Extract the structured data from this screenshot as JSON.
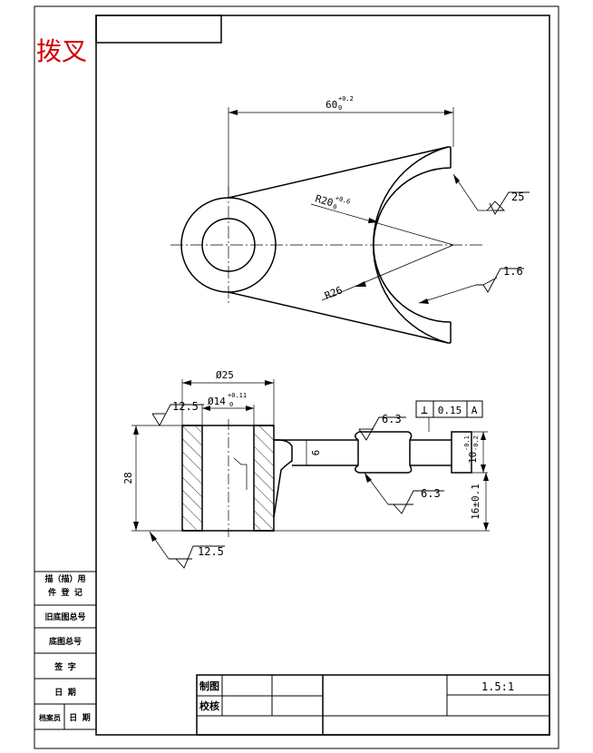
{
  "drawing": {
    "part_name": "拨叉",
    "scale": "1.5:1"
  },
  "title_block": {
    "drawn_label": "制图",
    "checked_label": "校核"
  },
  "side_table": {
    "row1_line1": "描（描）用",
    "row1_line2": "件 登 记",
    "row2": "旧底图总号",
    "row3": "底图总号",
    "row4": "签  字",
    "row5": "日  期",
    "row6_a": "档案员",
    "row6_b": "日  期"
  },
  "top_view": {
    "dim_length": "60",
    "dim_length_tol_upper": "+0.2",
    "dim_length_tol_lower": "0",
    "dim_inner_radius": "R20",
    "dim_inner_radius_tol_upper": "+0.6",
    "dim_inner_radius_tol_lower": "0",
    "dim_outer_radius": "R26",
    "roughness_upper": "25",
    "roughness_lower": "1.6"
  },
  "section_view": {
    "dim_outer_diameter": "Ø25",
    "dim_bore": "Ø14",
    "dim_bore_tol_upper": "+0.11",
    "dim_bore_tol_lower": "0",
    "dim_height": "28",
    "dim_slot": "6",
    "dim_fork_thickness": "10",
    "dim_fork_thickness_tol_upper": "-0.1",
    "dim_fork_thickness_tol_lower": "-0.2",
    "dim_offset": "16±0.1",
    "roughness_top": "12.5",
    "roughness_bottom": "12.5",
    "roughness_fork_top": "6.3",
    "roughness_fork_bottom": "6.3",
    "gdt_symbol": "⊥",
    "gdt_tolerance": "0.15",
    "gdt_datum": "A"
  }
}
